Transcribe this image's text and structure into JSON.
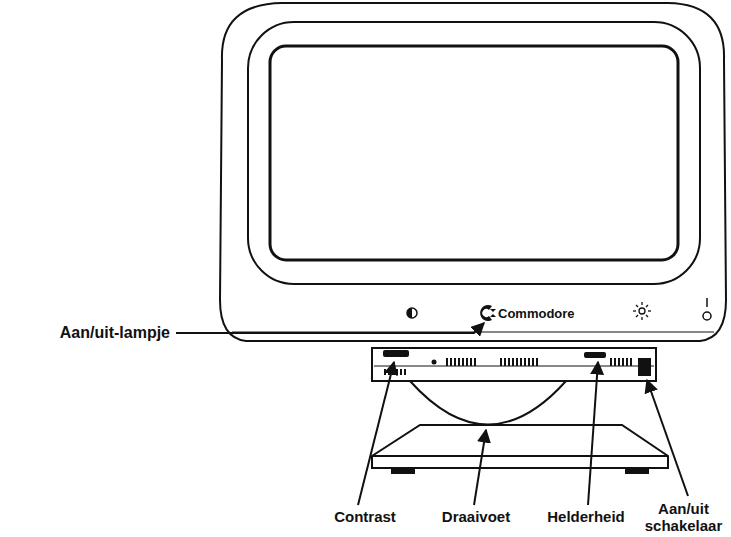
{
  "diagram": {
    "labels": [
      "Commodore",
      "Aan/uit-lampje",
      "Contrast",
      "Draaivoet",
      "Helderheid",
      "Aan/uit schakelaar"
    ]
  }
}
